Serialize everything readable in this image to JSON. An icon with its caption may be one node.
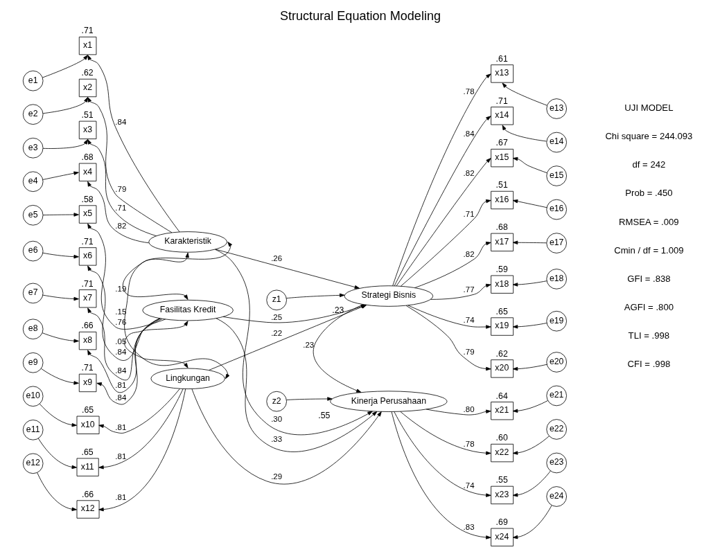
{
  "diagram": {
    "title": "Structural Equation Modeling",
    "nodes": [
      {
        "text": [
          "e1"
        ]
      },
      {
        "text": [
          "e2"
        ]
      },
      {
        "text": [
          "e3"
        ]
      },
      {
        "text": [
          "e4"
        ]
      },
      {
        "text": [
          "x1"
        ],
        "beside": [
          ".71"
        ]
      },
      {
        "text": [
          "x2"
        ],
        "beside": [
          ".62"
        ]
      },
      {
        "text": [
          "x3"
        ],
        "beside": [
          ".51"
        ]
      },
      {
        "text": [
          "x4"
        ],
        "beside": [
          ".68"
        ]
      },
      {
        "text": [
          "Karakteristik"
        ]
      },
      {
        "text": [
          "z1"
        ]
      },
      {
        "text": [
          "Strategi Bisnis"
        ],
        "beside": [
          ".23"
        ]
      },
      {
        "text": [
          "x13"
        ],
        "beside": [
          ".61"
        ]
      },
      {
        "text": [
          "x14"
        ],
        "beside": [
          ".71"
        ]
      },
      {
        "text": [
          "x15"
        ],
        "beside": [
          ".67"
        ]
      },
      {
        "text": [
          "x16"
        ],
        "beside": [
          ".51"
        ]
      },
      {
        "text": [
          "x17"
        ],
        "beside": [
          ".68"
        ]
      },
      {
        "text": [
          "x18"
        ],
        "beside": [
          ".59"
        ]
      },
      {
        "text": [
          "x19"
        ],
        "beside": [
          ".65"
        ]
      },
      {
        "text": [
          "x20"
        ],
        "beside": [
          ".62"
        ]
      },
      {
        "text": [
          "e13"
        ]
      },
      {
        "text": [
          "e14"
        ]
      },
      {
        "text": [
          "e15"
        ]
      },
      {
        "text": [
          "e16"
        ]
      },
      {
        "text": [
          "e17"
        ]
      },
      {
        "text": [
          "e18"
        ]
      },
      {
        "text": [
          "e19"
        ]
      },
      {
        "text": [
          "e20"
        ]
      },
      {
        "text": [
          "e5"
        ]
      },
      {
        "text": [
          "e6"
        ]
      },
      {
        "text": [
          "e7"
        ]
      },
      {
        "text": [
          "e8"
        ]
      },
      {
        "text": [
          "e9"
        ]
      },
      {
        "text": [
          "x5"
        ],
        "beside": [
          ".58"
        ]
      },
      {
        "text": [
          "x6"
        ],
        "beside": [
          ".71"
        ]
      },
      {
        "text": [
          "x7"
        ],
        "beside": [
          ".71"
        ]
      },
      {
        "text": [
          "x8"
        ],
        "beside": [
          ".66"
        ]
      },
      {
        "text": [
          "x9"
        ],
        "beside": [
          ".71"
        ]
      },
      {
        "text": [
          "Fasilitas Kredit"
        ]
      },
      {
        "text": [
          "Lingkungan"
        ]
      },
      {
        "text": [
          "Kinerja Perusahaan"
        ],
        "beside": [
          ".55"
        ]
      },
      {
        "text": [
          "z2"
        ]
      },
      {
        "text": [
          "x10"
        ],
        "beside": [
          ".65"
        ]
      },
      {
        "text": [
          "x11"
        ],
        "beside": [
          ".65"
        ]
      },
      {
        "text": [
          "x12"
        ],
        "beside": [
          ".66"
        ]
      },
      {
        "text": [
          "x21"
        ],
        "beside": [
          ".64"
        ]
      },
      {
        "text": [
          "x22"
        ],
        "beside": [
          ".60"
        ]
      },
      {
        "text": [
          "x23"
        ],
        "beside": [
          ".55"
        ]
      },
      {
        "text": [
          "x24"
        ],
        "beside": [
          ".69"
        ]
      },
      {
        "text": [
          "e10"
        ]
      },
      {
        "text": [
          "e11"
        ]
      },
      {
        "text": [
          "e12"
        ]
      },
      {
        "text": [
          "e21"
        ]
      },
      {
        "text": [
          "e22"
        ]
      },
      {
        "text": [
          "e23"
        ]
      },
      {
        "text": [
          "e24"
        ]
      }
    ],
    "edges": [
      {
        "from": 0,
        "to": 4,
        "arrow": "to"
      },
      {
        "from": 1,
        "to": 5,
        "arrow": "to"
      },
      {
        "from": 2,
        "to": 6,
        "arrow": "to"
      },
      {
        "from": 3,
        "to": 7,
        "arrow": "to"
      },
      {
        "from": 8,
        "to": 4,
        "arrow": "to",
        "label": ".84"
      },
      {
        "from": 8,
        "to": 5,
        "arrow": "to",
        "label": ".79"
      },
      {
        "from": 8,
        "to": 6,
        "arrow": "to",
        "label": ".71"
      },
      {
        "from": 8,
        "to": 7,
        "arrow": "to",
        "label": ".82"
      },
      {
        "from": 8,
        "to": 10,
        "arrow": "to",
        "label": ".26"
      },
      {
        "from": 9,
        "to": 10,
        "arrow": "to"
      },
      {
        "from": 10,
        "to": 11,
        "arrow": "to",
        "label": ".78"
      },
      {
        "from": 10,
        "to": 12,
        "arrow": "to",
        "label": ".84"
      },
      {
        "from": 10,
        "to": 13,
        "arrow": "to",
        "label": ".82"
      },
      {
        "from": 10,
        "to": 14,
        "arrow": "to",
        "label": ".71"
      },
      {
        "from": 10,
        "to": 15,
        "arrow": "to",
        "label": ".82"
      },
      {
        "from": 10,
        "to": 16,
        "arrow": "to",
        "label": ".77"
      },
      {
        "from": 10,
        "to": 17,
        "arrow": "to",
        "label": ".74"
      },
      {
        "from": 10,
        "to": 18,
        "arrow": "to",
        "label": ".79"
      },
      {
        "from": 19,
        "to": 11,
        "arrow": "to"
      },
      {
        "from": 20,
        "to": 12,
        "arrow": "to"
      },
      {
        "from": 21,
        "to": 13,
        "arrow": "to"
      },
      {
        "from": 22,
        "to": 14,
        "arrow": "to"
      },
      {
        "from": 23,
        "to": 15,
        "arrow": "to"
      },
      {
        "from": 24,
        "to": 16,
        "arrow": "to"
      },
      {
        "from": 25,
        "to": 17,
        "arrow": "to"
      },
      {
        "from": 26,
        "to": 18,
        "arrow": "to"
      },
      {
        "from": 8,
        "to": 37,
        "arrow": "both",
        "label": ".19"
      },
      {
        "from": 8,
        "to": 38,
        "arrow": "both",
        "label": ".15"
      },
      {
        "from": 37,
        "to": 38,
        "arrow": "both",
        "label": ".05"
      },
      {
        "from": 27,
        "to": 32,
        "arrow": "to"
      },
      {
        "from": 28,
        "to": 33,
        "arrow": "to"
      },
      {
        "from": 29,
        "to": 34,
        "arrow": "to"
      },
      {
        "from": 30,
        "to": 35,
        "arrow": "to"
      },
      {
        "from": 31,
        "to": 36,
        "arrow": "to"
      },
      {
        "from": 37,
        "to": 32,
        "arrow": "to",
        "label": ".76"
      },
      {
        "from": 37,
        "to": 33,
        "arrow": "to",
        "label": ".84"
      },
      {
        "from": 37,
        "to": 34,
        "arrow": "to",
        "label": ".84"
      },
      {
        "from": 37,
        "to": 35,
        "arrow": "to",
        "label": ".81"
      },
      {
        "from": 37,
        "to": 36,
        "arrow": "to",
        "label": ".84"
      },
      {
        "from": 37,
        "to": 10,
        "arrow": "to",
        "label": ".25"
      },
      {
        "from": 38,
        "to": 10,
        "arrow": "to",
        "label": ".22"
      },
      {
        "from": 8,
        "to": 39,
        "arrow": "to",
        "label": ".30"
      },
      {
        "from": 37,
        "to": 39,
        "arrow": "to",
        "label": ".33"
      },
      {
        "from": 10,
        "to": 39,
        "arrow": "to",
        "label": ".23"
      },
      {
        "from": 38,
        "to": 39,
        "arrow": "to",
        "label": ".29"
      },
      {
        "from": 40,
        "to": 39,
        "arrow": "to"
      },
      {
        "from": 38,
        "to": 41,
        "arrow": "to",
        "label": ".81"
      },
      {
        "from": 38,
        "to": 42,
        "arrow": "to",
        "label": ".81"
      },
      {
        "from": 38,
        "to": 43,
        "arrow": "to",
        "label": ".81"
      },
      {
        "from": 39,
        "to": 44,
        "arrow": "to",
        "label": ".80"
      },
      {
        "from": 39,
        "to": 45,
        "arrow": "to",
        "label": ".78"
      },
      {
        "from": 39,
        "to": 46,
        "arrow": "to",
        "label": ".74"
      },
      {
        "from": 39,
        "to": 47,
        "arrow": "to",
        "label": ".83"
      },
      {
        "from": 48,
        "to": 41,
        "arrow": "to"
      },
      {
        "from": 49,
        "to": 42,
        "arrow": "to"
      },
      {
        "from": 50,
        "to": 43,
        "arrow": "to"
      },
      {
        "from": 51,
        "to": 44,
        "arrow": "to"
      },
      {
        "from": 52,
        "to": 45,
        "arrow": "to"
      },
      {
        "from": 53,
        "to": 46,
        "arrow": "to"
      },
      {
        "from": 54,
        "to": 47,
        "arrow": "to"
      }
    ],
    "labels": [
      "UJI MODEL",
      "Chi square = 244.093",
      "df = 242",
      "Prob = .450",
      "RMSEA = .009",
      "Cmin / df = 1.009",
      "GFI = .838",
      "AGFI = .800",
      "TLI = .998",
      "CFI = .998"
    ]
  }
}
